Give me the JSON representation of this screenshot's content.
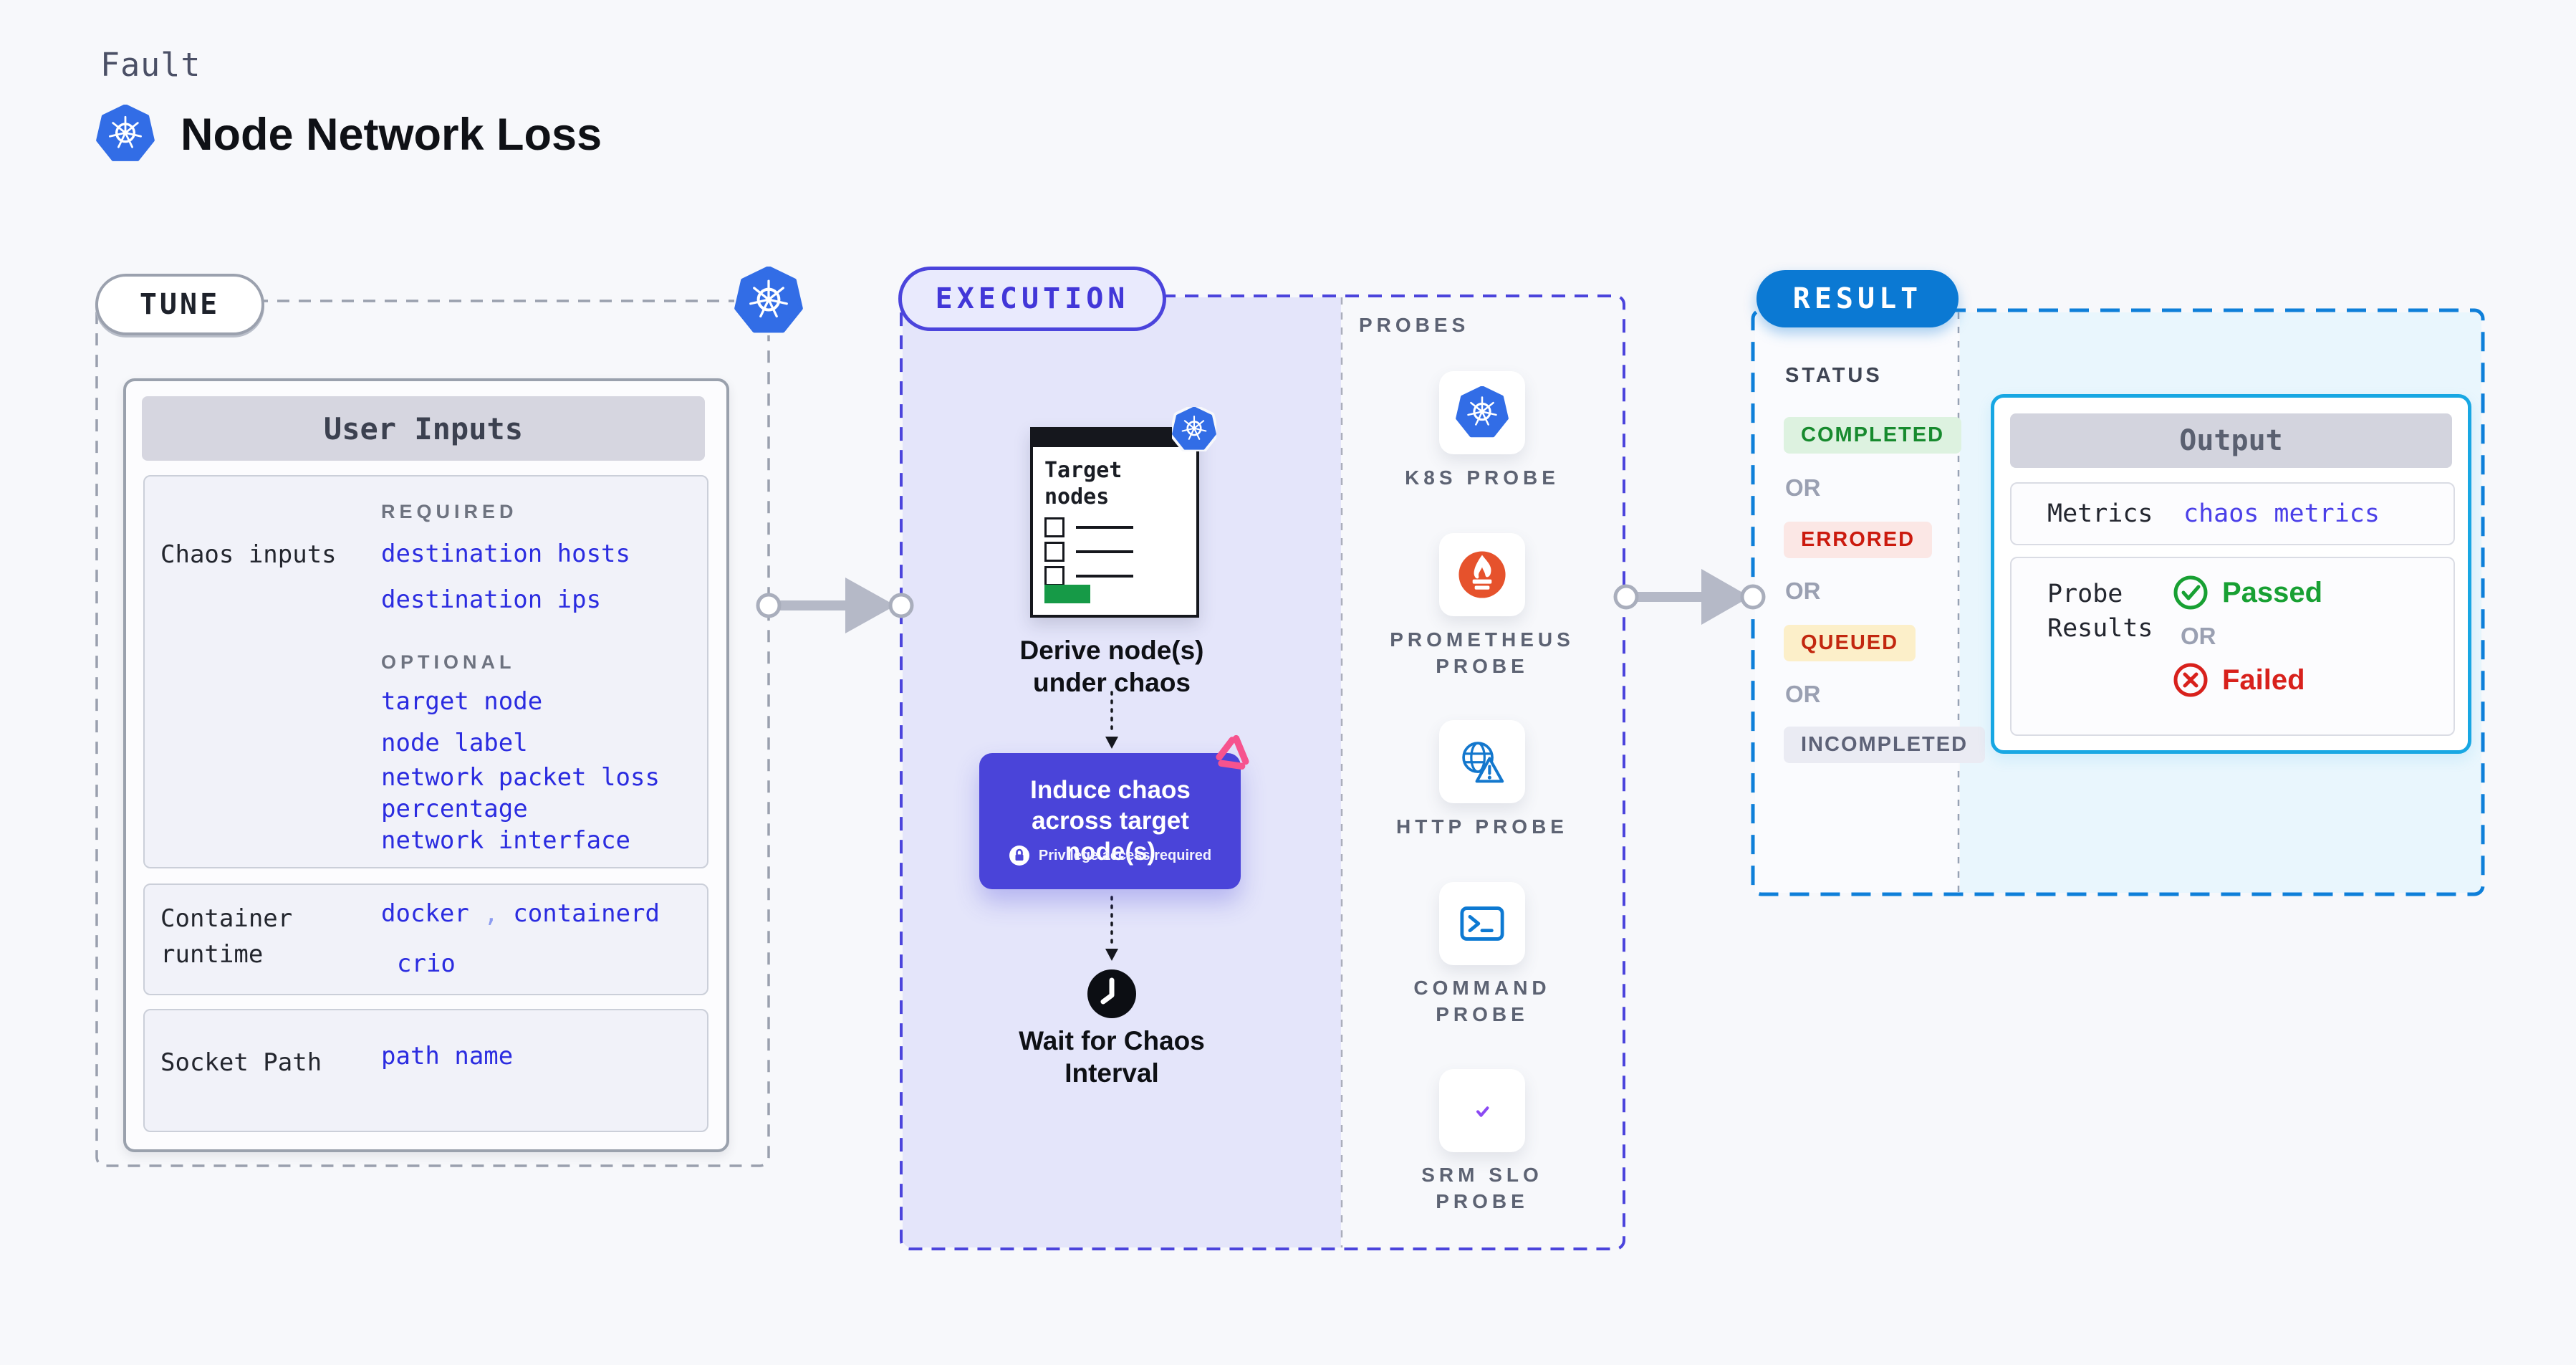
{
  "header": {
    "kicker": "Fault",
    "title": "Node Network Loss",
    "icon": "kubernetes-icon"
  },
  "tune": {
    "label": "TUNE",
    "card_title": "User Inputs",
    "chaos_row": {
      "label": "Chaos inputs",
      "required_tag": "REQUIRED",
      "required": [
        "destination hosts",
        "destination ips"
      ],
      "optional_tag": "OPTIONAL",
      "optional": [
        "target node",
        "node label",
        "network packet loss percentage",
        "network interface"
      ]
    },
    "runtime_row": {
      "label": "Container runtime",
      "value1": "docker",
      "separator": ",",
      "value2": "containerd",
      "value3": "crio"
    },
    "socket_row": {
      "label": "Socket Path",
      "value": "path name"
    }
  },
  "execution": {
    "label": "EXECUTION",
    "derive": {
      "window_title": "Target nodes",
      "caption": "Derive node(s) under chaos",
      "icon": "kubernetes-icon"
    },
    "induce": {
      "title": "Induce chaos across target node(s)",
      "note": "Privilege access required",
      "note_icon": "lock-icon",
      "corner_icon": "chaos-icon"
    },
    "wait": {
      "caption": "Wait for Chaos Interval",
      "icon": "clock-icon"
    },
    "probes": {
      "label": "PROBES",
      "items": [
        {
          "icon": "kubernetes-icon",
          "lines": [
            "K8S PROBE"
          ]
        },
        {
          "icon": "prometheus-icon",
          "lines": [
            "PROMETHEUS",
            "PROBE"
          ]
        },
        {
          "icon": "http-globe-icon",
          "lines": [
            "HTTP PROBE"
          ]
        },
        {
          "icon": "terminal-icon",
          "lines": [
            "COMMAND",
            "PROBE"
          ]
        },
        {
          "icon": "srm-slo-icon",
          "lines": [
            "SRM SLO",
            "PROBE"
          ]
        }
      ]
    }
  },
  "result": {
    "label": "RESULT",
    "status": {
      "label": "STATUS",
      "or": "OR",
      "badges": [
        {
          "text": "COMPLETED",
          "color": "#178a2e",
          "bg": "#ddf2e0"
        },
        {
          "text": "ERRORED",
          "color": "#cb1a0e",
          "bg": "#fbe7e5"
        },
        {
          "text": "QUEUED",
          "color": "#c2270f",
          "bg": "#fcefc9"
        },
        {
          "text": "INCOMPLETED",
          "color": "#5d6277",
          "bg": "#eaebf3"
        }
      ]
    },
    "output": {
      "title": "Output",
      "metrics_label": "Metrics",
      "metrics_value": "chaos metrics",
      "probe_results_label": "Probe Results",
      "passed": "Passed",
      "or": "OR",
      "failed": "Failed",
      "passed_icon": "check-circle-icon",
      "failed_icon": "x-circle-icon"
    }
  },
  "colors": {
    "page_bg": "#f7f8fb",
    "indigo_accent": "#4b44dc",
    "execution_fill": "#e4e5fa",
    "induce_box": "#4a44d9",
    "result_blue": "#0b79d3",
    "result_fill": "#e9f6fd",
    "output_border": "#18a7e3",
    "link_blue": "#2b2ce0",
    "passed_green": "#18a033",
    "failed_red": "#d8211c",
    "kubernetes_blue": "#326de6",
    "prometheus_orange": "#e6522c",
    "pink_chaos": "#f6538e",
    "gray_dash": "#9aa0ae",
    "arrow_gray": "#b5b9c7"
  }
}
